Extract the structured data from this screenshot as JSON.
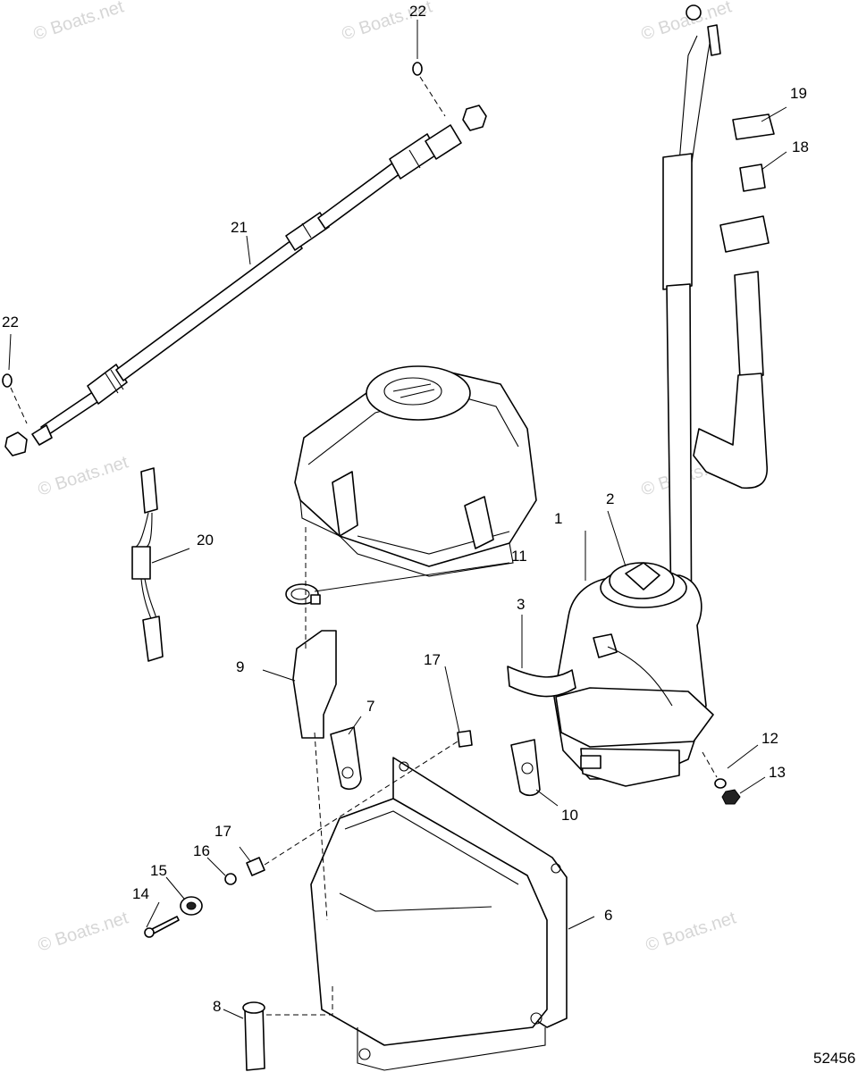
{
  "diagram": {
    "drawing_number": "52456",
    "watermark": "© Boats.net",
    "callouts": {
      "c1": "1",
      "c2": "2",
      "c3": "3",
      "c6": "6",
      "c7": "7",
      "c8": "8",
      "c9": "9",
      "c10": "10",
      "c11": "11",
      "c12": "12",
      "c13": "13",
      "c14": "14",
      "c15": "15",
      "c16": "16",
      "c17a": "17",
      "c17b": "17",
      "c18": "18",
      "c19": "19",
      "c20": "20",
      "c21": "21",
      "c22a": "22",
      "c22b": "22"
    }
  }
}
